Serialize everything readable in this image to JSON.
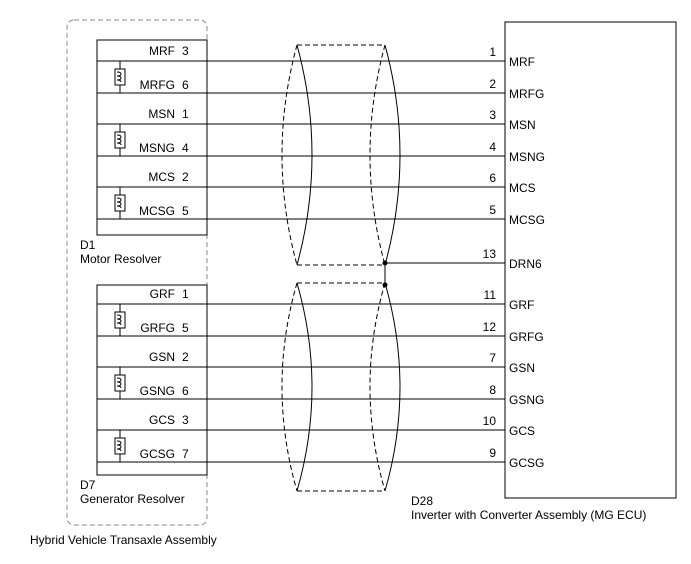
{
  "transaxle_label": "Hybrid Vehicle Transaxle Assembly",
  "motor_resolver": {
    "connector": "D1",
    "name": "Motor Resolver",
    "pins": [
      {
        "pin": "3",
        "signal": "MRF"
      },
      {
        "pin": "6",
        "signal": "MRFG"
      },
      {
        "pin": "1",
        "signal": "MSN"
      },
      {
        "pin": "4",
        "signal": "MSNG"
      },
      {
        "pin": "2",
        "signal": "MCS"
      },
      {
        "pin": "5",
        "signal": "MCSG"
      }
    ]
  },
  "generator_resolver": {
    "connector": "D7",
    "name": "Generator Resolver",
    "pins": [
      {
        "pin": "1",
        "signal": "GRF"
      },
      {
        "pin": "5",
        "signal": "GRFG"
      },
      {
        "pin": "2",
        "signal": "GSN"
      },
      {
        "pin": "6",
        "signal": "GSNG"
      },
      {
        "pin": "3",
        "signal": "GCS"
      },
      {
        "pin": "7",
        "signal": "GCSG"
      }
    ]
  },
  "ecu": {
    "connector": "D28",
    "name": "Inverter with Converter Assembly (MG ECU)",
    "motor_pins": [
      {
        "pin": "1",
        "signal": "MRF"
      },
      {
        "pin": "2",
        "signal": "MRFG"
      },
      {
        "pin": "3",
        "signal": "MSN"
      },
      {
        "pin": "4",
        "signal": "MSNG"
      },
      {
        "pin": "6",
        "signal": "MCS"
      },
      {
        "pin": "5",
        "signal": "MCSG"
      }
    ],
    "drain_pin": {
      "pin": "13",
      "signal": "DRN6"
    },
    "generator_pins": [
      {
        "pin": "11",
        "signal": "GRF"
      },
      {
        "pin": "12",
        "signal": "GRFG"
      },
      {
        "pin": "7",
        "signal": "GSN"
      },
      {
        "pin": "8",
        "signal": "GSNG"
      },
      {
        "pin": "10",
        "signal": "GCS"
      },
      {
        "pin": "9",
        "signal": "GCSG"
      }
    ]
  }
}
